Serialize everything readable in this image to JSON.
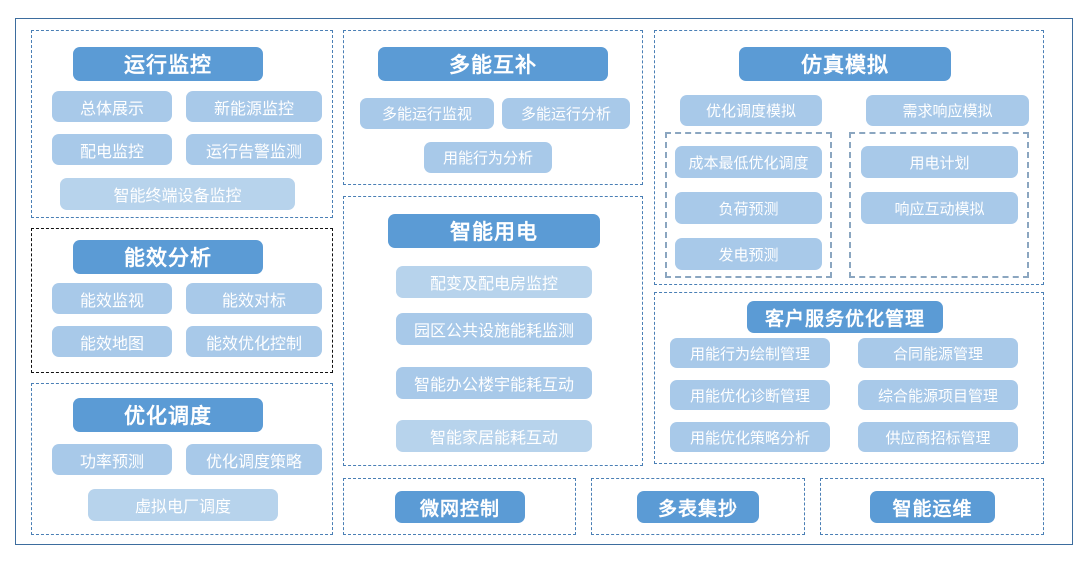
{
  "diagram": {
    "title_text": "",
    "colors": {
      "header_pill": "#5B9BD5",
      "child_pill": "#A8C9E9",
      "child_pill_pale": "#B7D3EC",
      "group_border_blue": "#4A7FB5",
      "group_border_black": "#111111",
      "sub_group_border": "#8BA6C0",
      "outer_frame": "#3D6D9E",
      "pill_text": "#FFFFFF",
      "canvas": "#FFFFFF"
    },
    "groups": [
      {
        "id": "operation-monitoring",
        "header": "运行监控",
        "border_style": "blue-dashed",
        "items": [
          "总体展示",
          "新能源监控",
          "配电监控",
          "运行告警监测",
          "智能终端设备监控"
        ]
      },
      {
        "id": "energy-efficiency-analysis",
        "header": "能效分析",
        "border_style": "black-dashed",
        "items": [
          "能效监视",
          "能效对标",
          "能效地图",
          "能效优化控制"
        ]
      },
      {
        "id": "optimized-dispatch",
        "header": "优化调度",
        "border_style": "blue-dashed",
        "items": [
          "功率预测",
          "优化调度策略",
          "虚拟电厂调度"
        ]
      },
      {
        "id": "multi-energy-complementarity",
        "header": "多能互补",
        "border_style": "blue-dashed",
        "items": [
          "多能运行监视",
          "多能运行分析",
          "用能行为分析"
        ]
      },
      {
        "id": "smart-electricity-use",
        "header": "智能用电",
        "border_style": "blue-dashed",
        "items": [
          "配变及配电房监控",
          "园区公共设施能耗监测",
          "智能办公楼宇能耗互动",
          "智能家居能耗互动"
        ]
      },
      {
        "id": "simulation",
        "header": "仿真模拟",
        "border_style": "blue-dashed",
        "items": [
          "优化调度模拟",
          "需求响应模拟"
        ],
        "subgroups": [
          {
            "id": "simulation-dispatch",
            "items": [
              "成本最低优化调度",
              "负荷预测",
              "发电预测"
            ]
          },
          {
            "id": "simulation-demand-response",
            "items": [
              "用电计划",
              "响应互动模拟"
            ]
          }
        ]
      },
      {
        "id": "customer-service-optimization",
        "header": "客户服务优化管理",
        "border_style": "blue-dashed",
        "items": [
          "用能行为绘制管理",
          "合同能源管理",
          "用能优化诊断管理",
          "综合能源项目管理",
          "用能优化策略分析",
          "供应商招标管理"
        ]
      },
      {
        "id": "microgrid-control",
        "header": "微网控制",
        "border_style": "blue-dashed",
        "items": []
      },
      {
        "id": "multi-meter-reading",
        "header": "多表集抄",
        "border_style": "blue-dashed",
        "items": []
      },
      {
        "id": "smart-operation-maintenance",
        "header": "智能运维",
        "border_style": "blue-dashed",
        "items": []
      }
    ]
  }
}
